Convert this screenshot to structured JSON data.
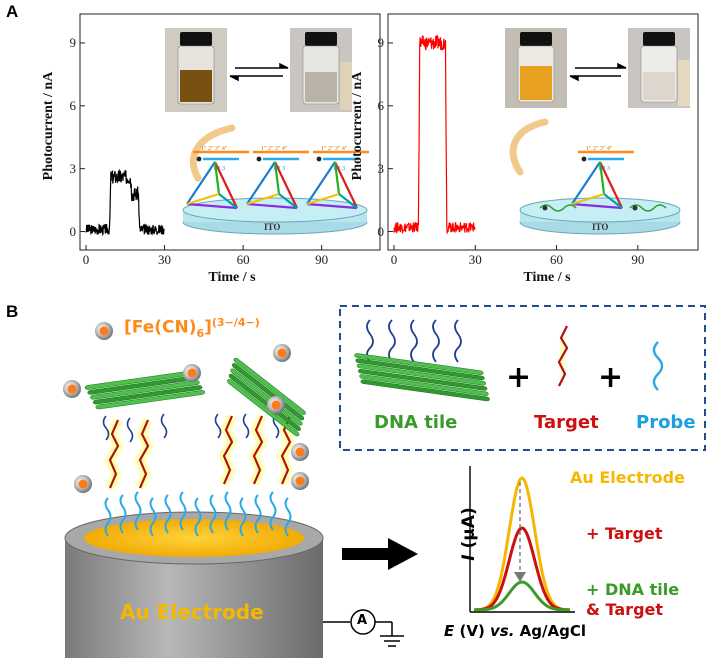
{
  "panel_a": {
    "letter": "A",
    "chart_data": [
      {
        "type": "line",
        "ylabel": "Photocurrent / nA",
        "xlabel": "Time / s",
        "xticks": [
          "0",
          "30",
          "60",
          "90"
        ],
        "yticks": [
          "0",
          "3",
          "6",
          "9"
        ],
        "xlim": [
          0,
          110
        ],
        "ylim": [
          -0.5,
          10
        ],
        "series": [
          {
            "color": "#000000",
            "x": [
              0,
              9,
              9.5,
              17,
              17.5,
              20,
              20.5,
              30
            ],
            "y": [
              0.1,
              0.1,
              2.6,
              2.6,
              1.8,
              1.8,
              0.1,
              0.1
            ]
          }
        ],
        "annotation": "ITO"
      },
      {
        "type": "line",
        "ylabel": "Photocurrent / nA",
        "xlabel": "Time / s",
        "xticks": [
          "0",
          "30",
          "60",
          "90"
        ],
        "yticks": [
          "0",
          "3",
          "6",
          "9"
        ],
        "xlim": [
          0,
          110
        ],
        "ylim": [
          -0.5,
          10
        ],
        "series": [
          {
            "color": "#ff0000",
            "x": [
              0,
              9,
              9.5,
              19,
              19.5,
              30
            ],
            "y": [
              0.2,
              0.2,
              9.0,
              9.0,
              0.2,
              0.2
            ]
          }
        ],
        "annotation": "ITO"
      }
    ],
    "vertex_labels": "1\" 2\" 3\" 4\"",
    "vertex_labels_b": "1 2 3"
  },
  "panel_b": {
    "letter": "B",
    "redox_probe": "[Fe(CN)",
    "redox_sub": "6",
    "redox_sup": "(3−/4−)",
    "legend": {
      "dna_tile": "DNA tile",
      "plus": "+",
      "target": "Target",
      "probe": "Probe"
    },
    "electrode_label": "Au Electrode",
    "ammeter": "A",
    "curves": {
      "ylabel_i": "I",
      "ylabel_unit": "(μA)",
      "xlabel_e": "E",
      "xlabel_rest": "(V) ",
      "xlabel_vs": "vs.",
      "xlabel_ref": " Ag/AgCl",
      "labels": [
        "Au Electrode",
        "+ Target",
        "+ DNA tile",
        "& Target"
      ]
    },
    "colors": {
      "gold": "#f5b800",
      "red": "#cc1010",
      "green": "#3a9a2a",
      "orange": "#ff8a1a",
      "blue": "#1a7fd0",
      "frame": "#1f4f8f"
    }
  }
}
